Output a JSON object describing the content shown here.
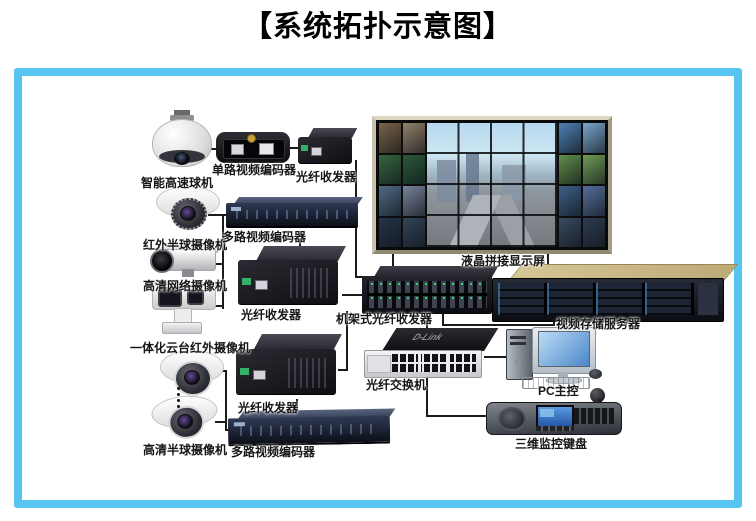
{
  "title": "【系统拓扑示意图】",
  "colors": {
    "frame_border": "#58c5f0",
    "background": "#ffffff",
    "connector_line": "#1b1b1b",
    "title_color": "#000000"
  },
  "devices": {
    "speed_dome": {
      "label": "智能高速球机"
    },
    "single_encoder": {
      "label": "单路视频编码器"
    },
    "transceiver_top": {
      "label": "光纤收发器"
    },
    "ir_dome_camera": {
      "label": "红外半球摄像机"
    },
    "multi_encoder_top": {
      "label": "多路视频编码器"
    },
    "hd_network_camera": {
      "label": "高清网络摄像机"
    },
    "transceiver_mid": {
      "label": "光纤收发器"
    },
    "ptz_ir_camera": {
      "label": "一体化云台红外摄像机"
    },
    "hd_dome_camera": {
      "label": "高清半球摄像机"
    },
    "multi_encoder_bottom": {
      "label": "多路视频编码器"
    },
    "transceiver_bottom": {
      "label": "光纤收发器"
    },
    "rack_transceiver": {
      "label": "机架式光纤收发器"
    },
    "video_wall": {
      "label": "液晶拼接显示屏",
      "thumb_cols": [
        [
          "#7a6448",
          "#35663f",
          "#4f6a85",
          "#26344a"
        ],
        [
          "#93806a",
          "#2a5a3a",
          "#77839b",
          "#324458"
        ],
        [
          "#4e80b4",
          "#5f8f4a",
          "#3f5f86",
          "#3a4a62"
        ],
        [
          "#7aa6cf",
          "#6f9d55",
          "#566f9e",
          "#2e3c52"
        ]
      ]
    },
    "storage_server": {
      "label": "视频存储服务器"
    },
    "fiber_switch": {
      "label": "光纤交换机",
      "brand": "D-Link"
    },
    "pc_console": {
      "label": "PC主控"
    },
    "joystick_keyboard": {
      "label": "三维监控键盘"
    }
  }
}
